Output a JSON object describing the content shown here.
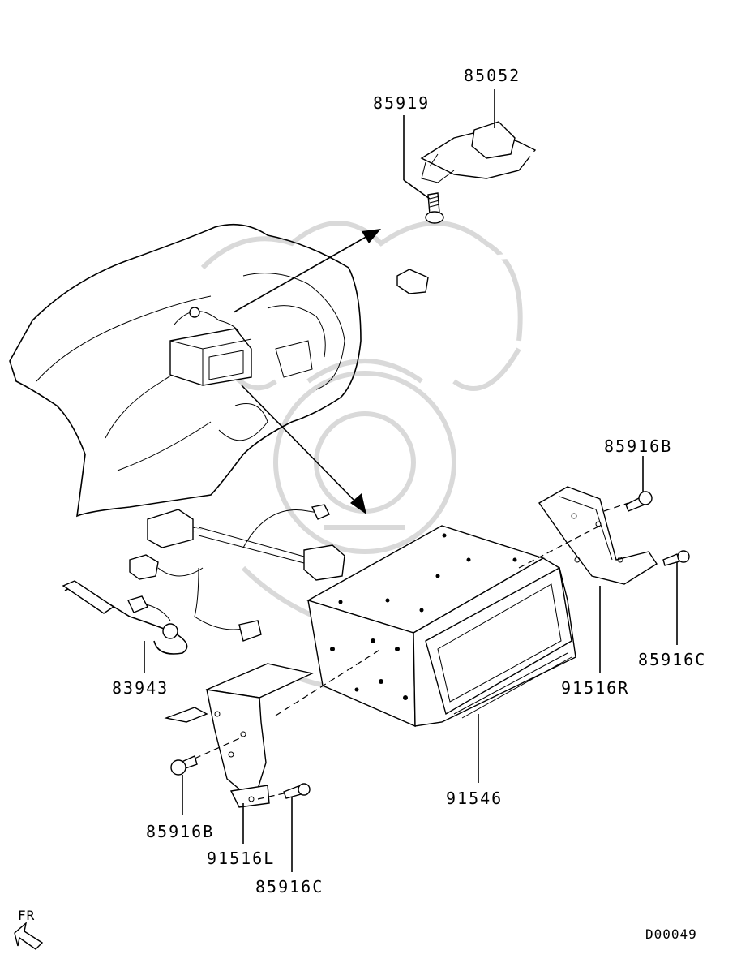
{
  "diagram": {
    "figure_code": "D00049",
    "direction_label": "FR",
    "parts": [
      {
        "id": "antenna",
        "number": "85052"
      },
      {
        "id": "antenna-bolt",
        "number": "85919"
      },
      {
        "id": "harness",
        "number": "83943"
      },
      {
        "id": "bolt-b-right",
        "number": "85916B"
      },
      {
        "id": "screw-c-right",
        "number": "85916C"
      },
      {
        "id": "bracket-right",
        "number": "91516R"
      },
      {
        "id": "navigation-unit",
        "number": "91546"
      },
      {
        "id": "bolt-b-left",
        "number": "85916B"
      },
      {
        "id": "bracket-left",
        "number": "91516L"
      },
      {
        "id": "screw-c-left",
        "number": "85916C"
      }
    ]
  }
}
